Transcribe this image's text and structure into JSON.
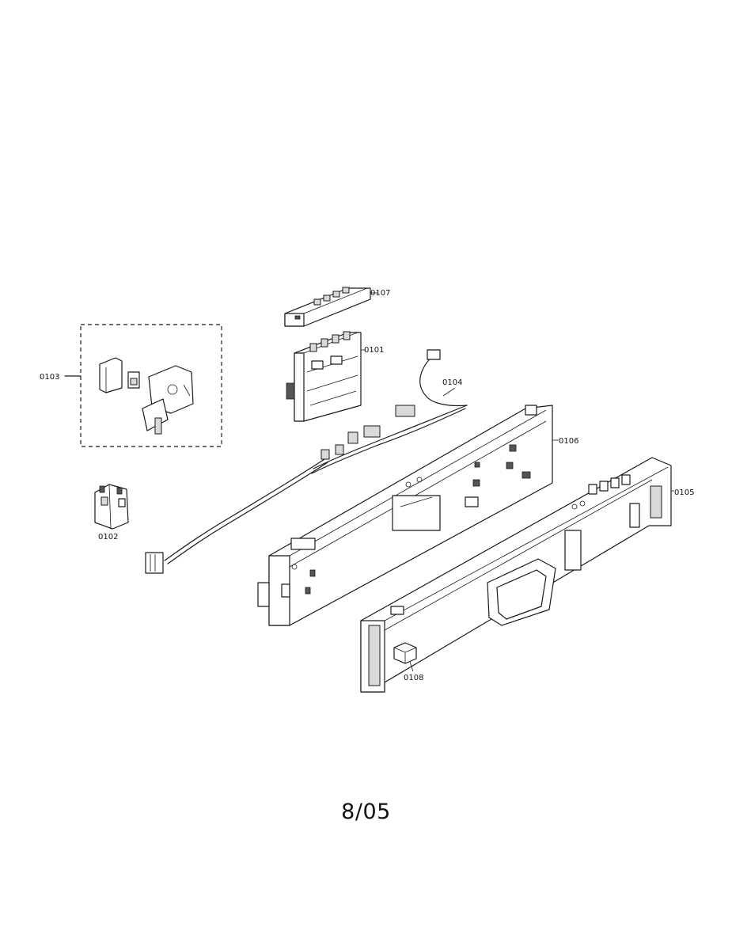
{
  "diagram": {
    "parts": [
      {
        "id": "part-0101",
        "label": "0101"
      },
      {
        "id": "part-0102",
        "label": "0102"
      },
      {
        "id": "part-0103",
        "label": "0103"
      },
      {
        "id": "part-0104",
        "label": "0104"
      },
      {
        "id": "part-0105",
        "label": "0105"
      },
      {
        "id": "part-0106",
        "label": "0106"
      },
      {
        "id": "part-0107",
        "label": "0107"
      },
      {
        "id": "part-0108",
        "label": "0108"
      }
    ]
  },
  "footer": {
    "revision": "8/05"
  }
}
